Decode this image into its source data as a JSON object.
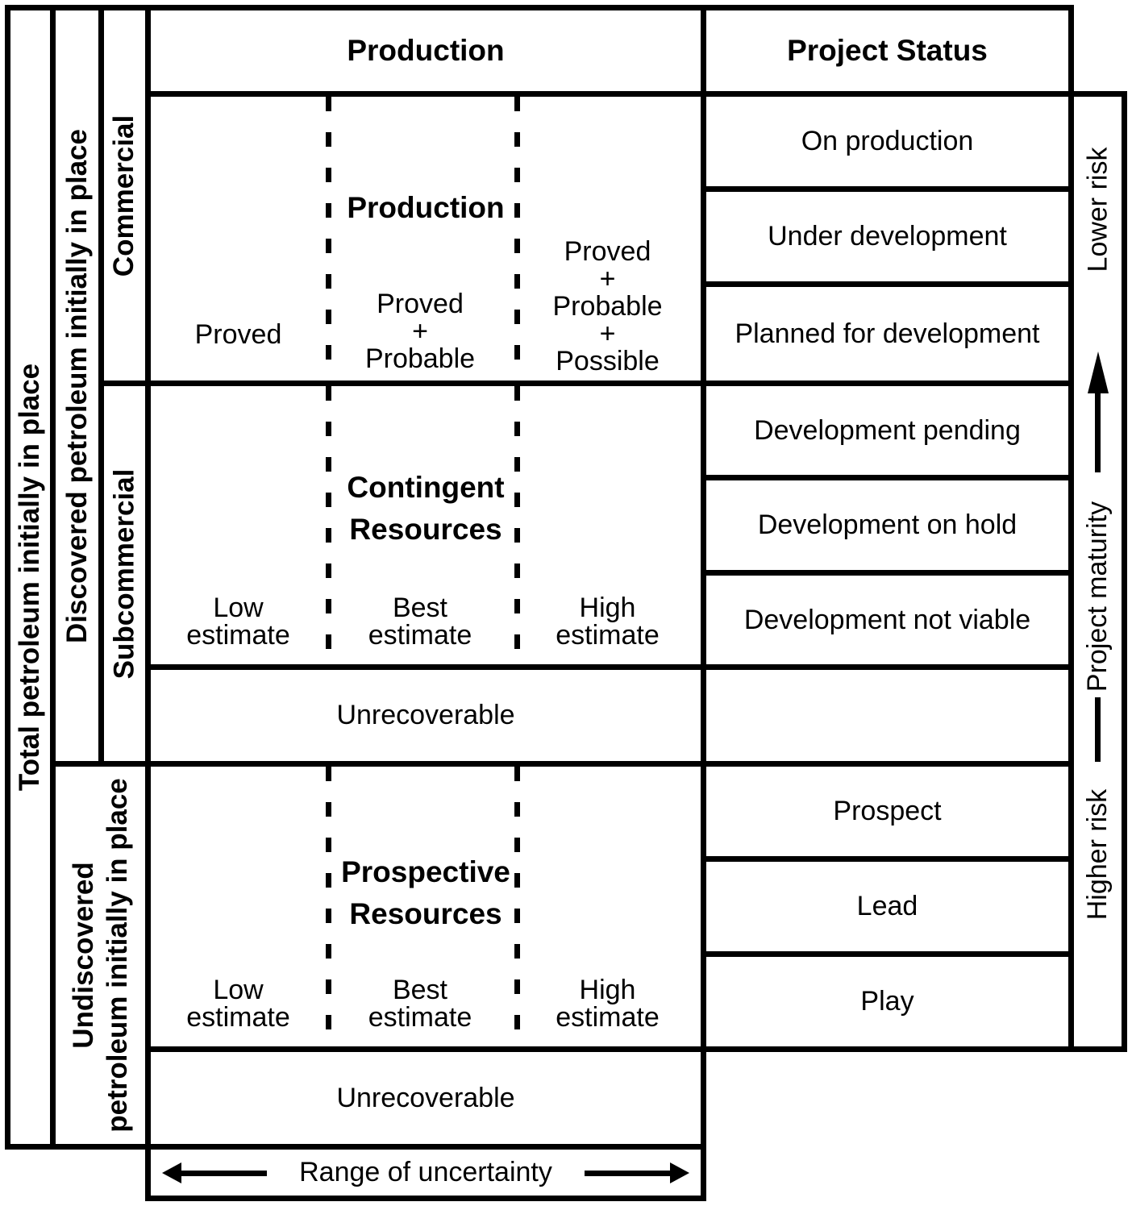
{
  "left_panel": {
    "total": "Total petroleum initially in place",
    "discovered": "Discovered petroleum initially in place",
    "undiscovered": "Undiscovered\npetroleum initially in place",
    "commercial": "Commercial",
    "subcommercial": "Subcommercial"
  },
  "headers": {
    "production": "Production",
    "project_status": "Project Status"
  },
  "production_box": {
    "title": "Production",
    "col1": "Proved",
    "col2": "Proved\n+\nProbable",
    "col3": "Proved\n+\nProbable\n+\nPossible"
  },
  "contingent_box": {
    "title": "Contingent\nResources",
    "col1": "Low\nestimate",
    "col2": "Best\nestimate",
    "col3": "High\nestimate"
  },
  "unrecoverable_discovered": "Unrecoverable",
  "prospective_box": {
    "title": "Prospective\nResources",
    "col1": "Low\nestimate",
    "col2": "Best\nestimate",
    "col3": "High\nestimate"
  },
  "unrecoverable_undiscovered": "Unrecoverable",
  "range_of_uncertainty": "Range of uncertainty",
  "project_status_rows": [
    "On production",
    "Under development",
    "Planned for development",
    "Development pending",
    "Development on hold",
    "Development not viable",
    "",
    "Prospect",
    "Lead",
    "Play"
  ],
  "risk_axis": {
    "lower": "Lower risk",
    "maturity": "Project maturity",
    "higher": "Higher risk"
  },
  "colors": {
    "line": "#000000",
    "background": "#ffffff"
  }
}
